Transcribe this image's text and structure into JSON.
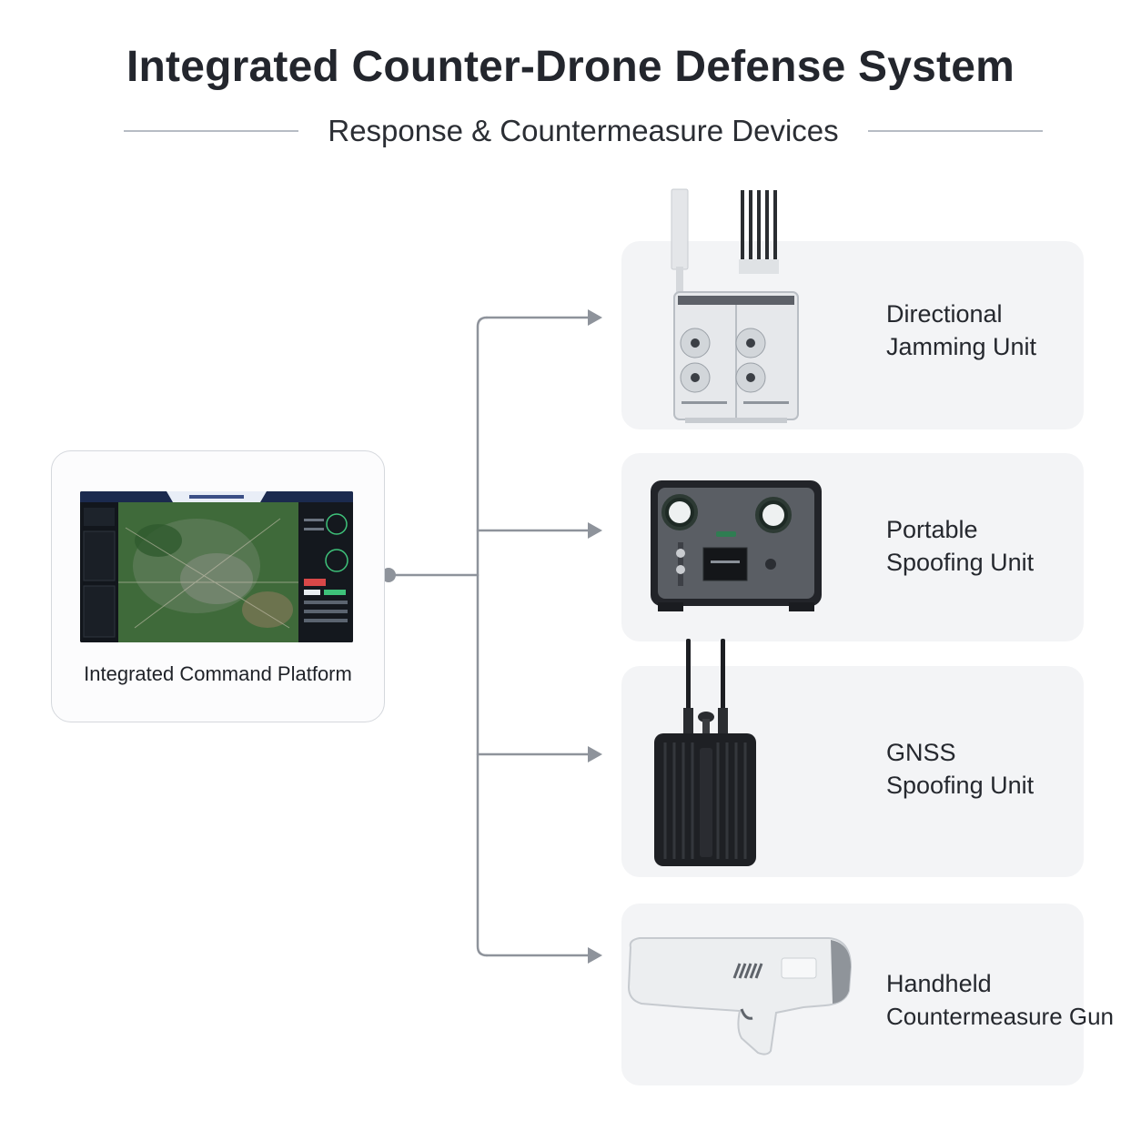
{
  "header": {
    "title": "Integrated Counter-Drone Defense System",
    "subtitle": "Response & Countermeasure Devices"
  },
  "platform": {
    "label": "Integrated Command Platform",
    "icon": "command-screen-icon"
  },
  "devices": [
    {
      "line1": "Directional",
      "line2": "Jamming Unit",
      "icon": "jammer-unit-icon"
    },
    {
      "line1": "Portable",
      "line2": "Spoofing Unit",
      "icon": "portable-spoofer-icon"
    },
    {
      "line1": "GNSS",
      "line2": "Spoofing Unit",
      "icon": "gnss-spoofer-icon"
    },
    {
      "line1": "Handheld",
      "line2": "Countermeasure Gun",
      "icon": "handheld-gun-icon"
    }
  ],
  "colors": {
    "connector": "#8e939b",
    "card": "#f3f4f6",
    "title": "#23262d"
  }
}
